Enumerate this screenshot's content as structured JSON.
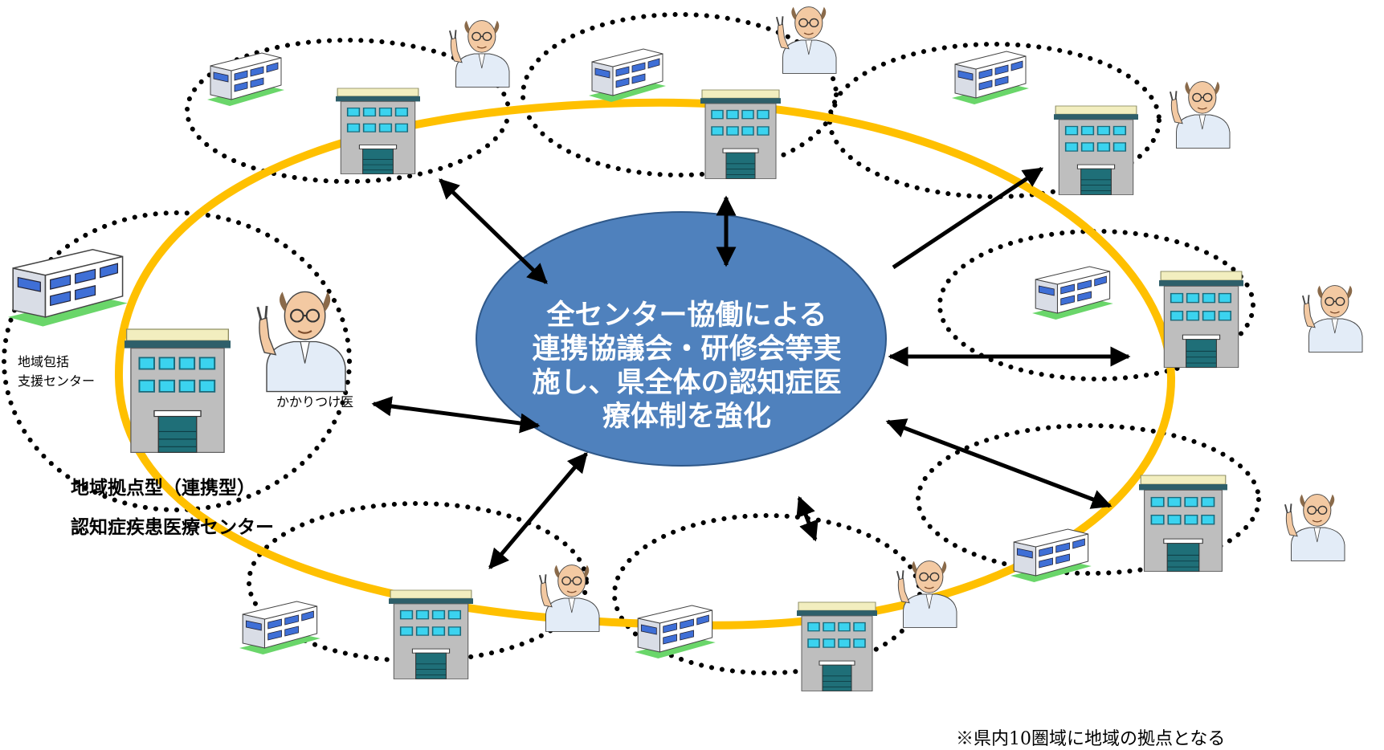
{
  "hub": {
    "lines": [
      "全センター協働による",
      "連携協議会・研修会等実",
      "施し、県全体の認知症医",
      "療体制を強化"
    ]
  },
  "labels": {
    "support_center_line1": "地域包括",
    "support_center_line2": "支援センター",
    "family_doctor": "かかりつけ医",
    "center_type": "地域拠点型（連携型）",
    "center_name": "認知症疾患医療センター",
    "footnote": "※県内10圏域に地域の拠点となる"
  },
  "colors": {
    "hub_fill": "#4f81bd",
    "ring": "#ffc000",
    "building_windows": "#33ccee",
    "arrows": "#000000"
  }
}
